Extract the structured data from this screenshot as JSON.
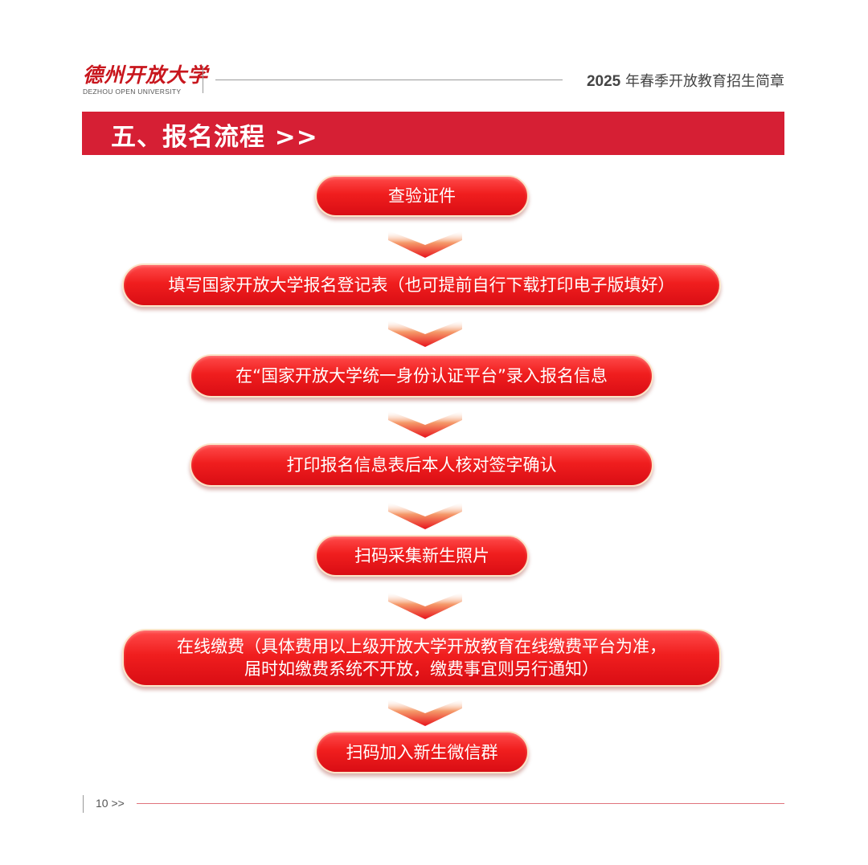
{
  "header": {
    "logo_cn": "德州开放大学",
    "logo_en": "DEZHOU OPEN UNIVERSITY",
    "year": "2025",
    "title_rest": " 年春季开放教育招生简章"
  },
  "section": {
    "title": "五、报名流程 >>"
  },
  "steps": [
    {
      "lines": [
        "查验证件"
      ]
    },
    {
      "lines": [
        "填写国家开放大学报名登记表（也可提前自行下载打印电子版填好）"
      ]
    },
    {
      "lines": [
        "在“国家开放大学统一身份认证平台”录入报名信息"
      ]
    },
    {
      "lines": [
        "打印报名信息表后本人核对签字确认"
      ]
    },
    {
      "lines": [
        "扫码采集新生照片"
      ]
    },
    {
      "lines": [
        "在线缴费（具体费用以上级开放大学开放教育在线缴费平台为准，",
        "届时如缴费系统不开放，缴费事宜则另行通知）"
      ]
    },
    {
      "lines": [
        "扫码加入新生微信群"
      ]
    }
  ],
  "footer": {
    "page": "10 >>"
  },
  "colors": {
    "accent_red": "#d61f34",
    "step_red": "#f01e1e",
    "arrow_red": "#e8131b"
  },
  "icons": {
    "flow_arrow": "chevron-down-icon"
  }
}
